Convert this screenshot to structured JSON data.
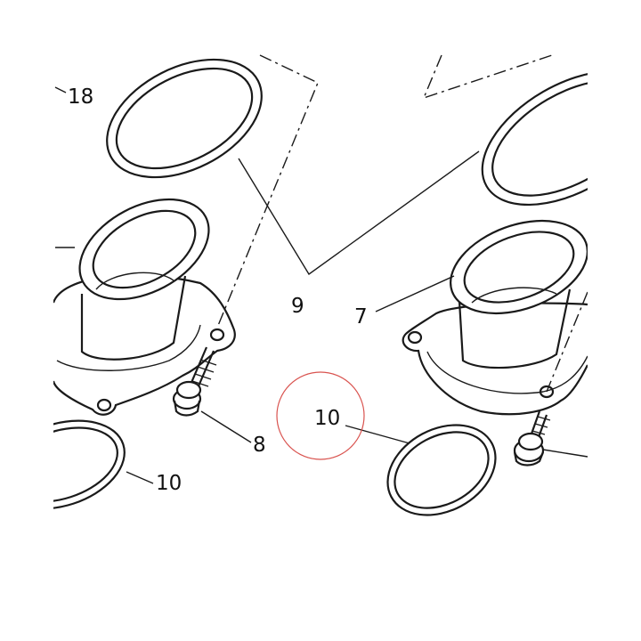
{
  "diagram": {
    "callouts": {
      "c18": "18",
      "c9": "9",
      "c7": "7",
      "c8": "8",
      "c10_left": "10",
      "c10_center": "10"
    },
    "highlight_color": "#d9534f"
  }
}
